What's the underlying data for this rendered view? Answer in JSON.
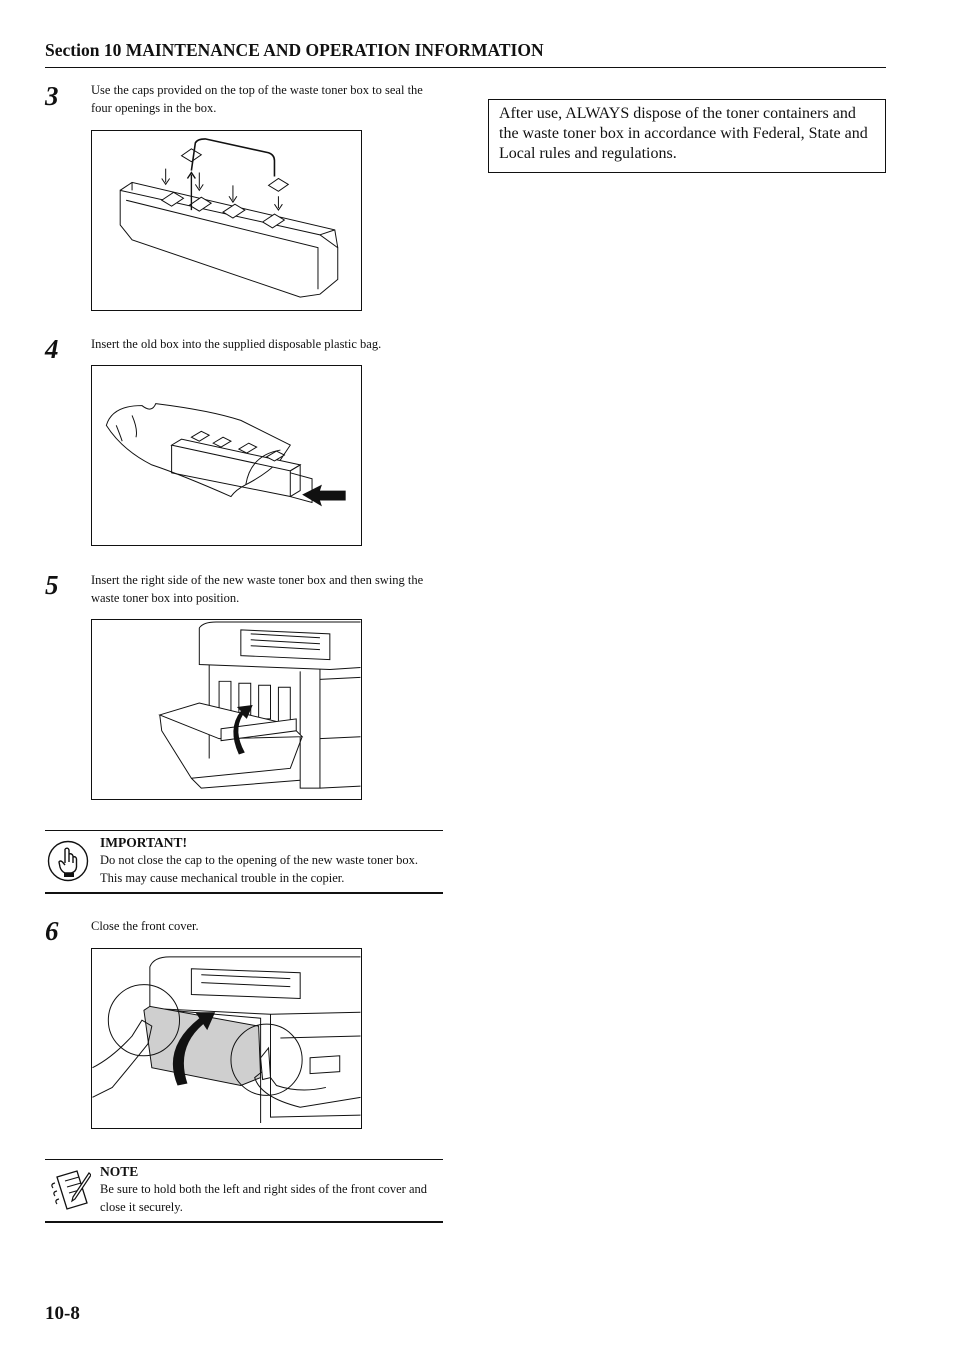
{
  "header": {
    "section_title": "Section 10  MAINTENANCE AND OPERATION INFORMATION"
  },
  "steps": [
    {
      "number": "3",
      "text": "Use the caps provided on the top of the waste toner box to seal the four openings in the box."
    },
    {
      "number": "4",
      "text": "Insert the old box into the supplied disposable plastic bag."
    },
    {
      "number": "5",
      "text": "Insert the right side of the new waste toner box and then swing the waste toner box into position."
    },
    {
      "number": "6",
      "text": "Close the front cover."
    }
  ],
  "important": {
    "title": "IMPORTANT!",
    "text": "Do not close the cap to the opening of the new waste toner box. This may cause mechanical trouble in the copier.",
    "icon": "pointing-hand-icon"
  },
  "note": {
    "title": "NOTE",
    "text": "Be sure to hold both the left and right sides of the front cover and close it securely.",
    "icon": "notepad-icon"
  },
  "notice": {
    "text": "After use, ALWAYS dispose of the toner containers and the waste toner box in accordance with Federal, State and Local rules and regulations."
  },
  "footer": {
    "page_number": "10-8"
  }
}
